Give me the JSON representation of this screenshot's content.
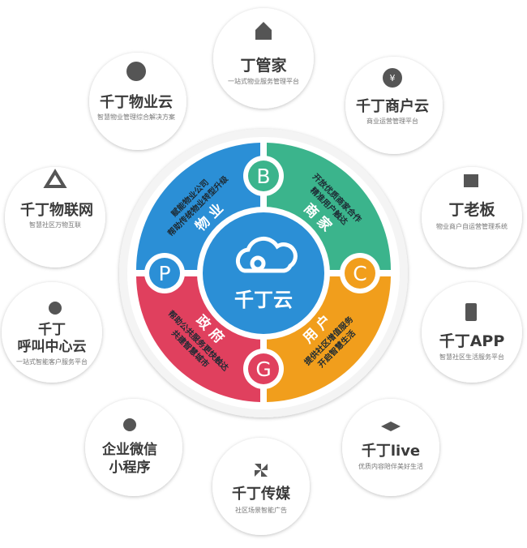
{
  "center": {
    "logo_text": "千丁云"
  },
  "colors": {
    "property": "#2b8fd6",
    "merchant": "#3bb48c",
    "user": "#f19e1c",
    "government": "#e0405e",
    "bubble_icon": "#555555"
  },
  "quadrants": [
    {
      "letter": "B",
      "title": "物 业",
      "lines": [
        "赋能物业公司",
        "帮助传统物业转型升级"
      ]
    },
    {
      "letter": "B",
      "title": "商 家",
      "lines": [
        "开放优质商家合作",
        "精准用户触达"
      ]
    },
    {
      "letter": "C",
      "title": "用 户",
      "lines": [
        "提供社区增值服务",
        "开启智慧生活"
      ]
    },
    {
      "letter": "G",
      "title": "政 府",
      "lines": [
        "帮助公共服务更快触达",
        "共建智慧城市"
      ]
    },
    {
      "letter": "P"
    }
  ],
  "bubbles": [
    {
      "title": "丁管家",
      "subtitle": "一站式物业服务管理平台",
      "icon": "house-heart-icon"
    },
    {
      "title": "千丁物业云",
      "subtitle": "智慧物业管理综合解决方案",
      "icon": "cloud-house-icon"
    },
    {
      "title": "千丁商户云",
      "subtitle": "商业运营管理平台",
      "icon": "cloud-yen-icon"
    },
    {
      "title": "千丁物联网",
      "subtitle": "智慧社区万物互联",
      "icon": "recycle-icon"
    },
    {
      "title": "丁老板",
      "subtitle": "物业商户自运营管理系统",
      "icon": "store-icon"
    },
    {
      "title": "千丁",
      "title2": "呼叫中心云",
      "subtitle": "一站式智能客户服务平台",
      "icon": "headset-icon"
    },
    {
      "title": "千丁APP",
      "subtitle": "智慧社区生活服务平台",
      "icon": "phone-icon"
    },
    {
      "title": "企业微信",
      "title2": "小程序",
      "icon": "mini-program-icon"
    },
    {
      "title": "千丁传媒",
      "subtitle": "社区场景智能广告",
      "icon": "pinwheel-icon"
    },
    {
      "title": "千丁live",
      "subtitle": "优质内容陪伴美好生活",
      "icon": "graduation-cap-icon"
    }
  ]
}
